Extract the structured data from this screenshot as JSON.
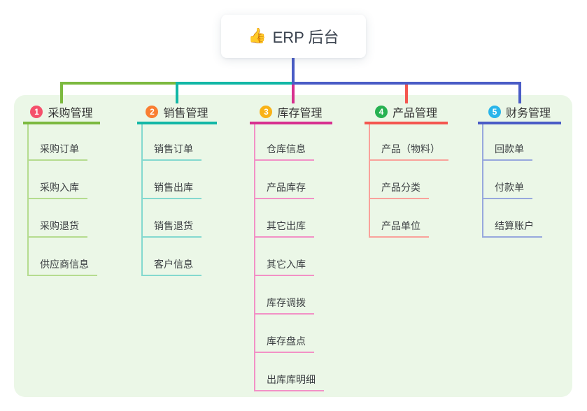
{
  "root": {
    "icon": "👍",
    "label": "ERP 后台"
  },
  "branches": [
    {
      "badge": "1",
      "label": "采购管理",
      "color": "#7cb93f",
      "light_color": "#b5dc8f",
      "badge_color": "#f5506b",
      "children": [
        "采购订单",
        "采购入库",
        "采购退货",
        "供应商信息"
      ]
    },
    {
      "badge": "2",
      "label": "销售管理",
      "color": "#12b7a6",
      "light_color": "#84d9cf",
      "badge_color": "#f97e32",
      "children": [
        "销售订单",
        "销售出库",
        "销售退货",
        "客户信息"
      ]
    },
    {
      "badge": "3",
      "label": "库存管理",
      "color": "#d7308f",
      "light_color": "#f291c6",
      "badge_color": "#f9b217",
      "children": [
        "仓库信息",
        "产品库存",
        "其它出库",
        "其它入库",
        "库存调拨",
        "库存盘点",
        "出库库明细"
      ]
    },
    {
      "badge": "4",
      "label": "产品管理",
      "color": "#f4564f",
      "light_color": "#f9a29b",
      "badge_color": "#27b151",
      "children": [
        "产品（物料）",
        "产品分类",
        "产品单位"
      ]
    },
    {
      "badge": "5",
      "label": "财务管理",
      "color": "#4a5cc6",
      "light_color": "#97a8dd",
      "badge_color": "#29b5ea",
      "children": [
        "回款单",
        "付款单",
        "结算账户"
      ]
    }
  ],
  "colors": {
    "panel_bg": "#ebf7e7",
    "root_connector": "#4a5cc6",
    "title_text": "#333333",
    "child_text": "#3c4043",
    "root_text": "#3b434f"
  }
}
